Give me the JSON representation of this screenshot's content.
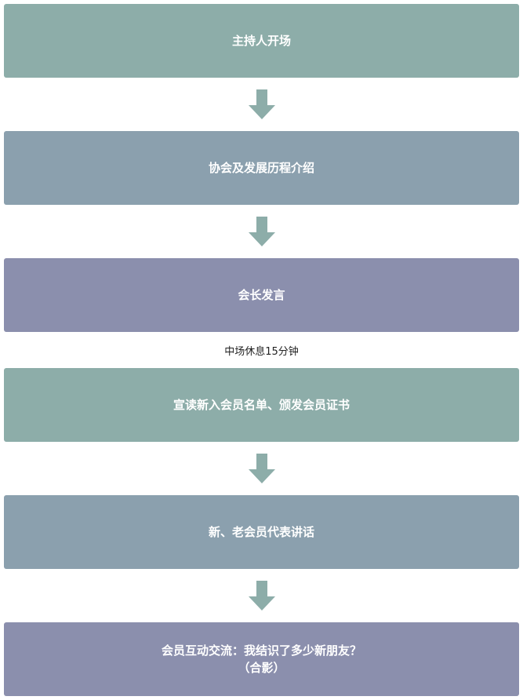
{
  "colors": {
    "teal": "#8dada9",
    "slate": "#8ba0ae",
    "purple": "#8b8fad",
    "arrow": "#8dada9",
    "text": "#ffffff"
  },
  "steps": [
    {
      "label": "主持人开场"
    },
    {
      "label": "协会及发展历程介绍"
    },
    {
      "label": "会长发言"
    },
    {
      "label": "宣读新入会员名单、颁发会员证书"
    },
    {
      "label": "新、老会员代表讲话"
    },
    {
      "label": "会员互动交流：我结识了多少新朋友？",
      "sublabel": "（合影）"
    }
  ],
  "break_note": "中场休息15分钟",
  "arrow_icon": "down-arrow-icon"
}
